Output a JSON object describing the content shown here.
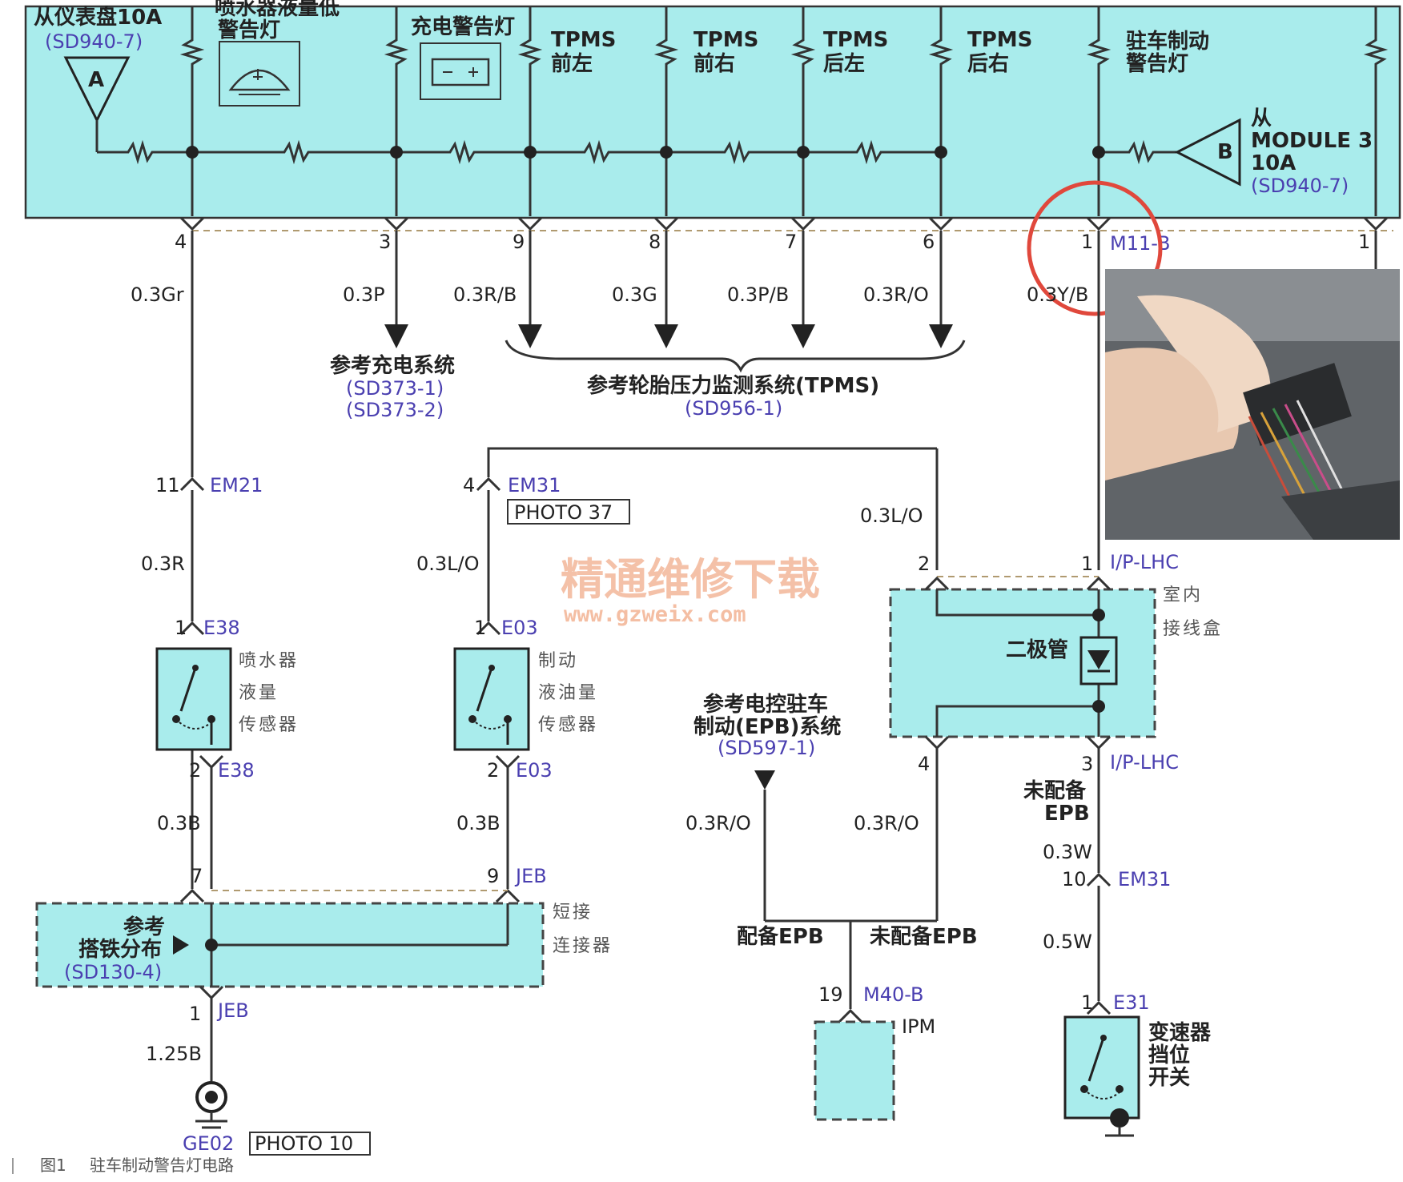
{
  "cluster": {
    "from_instrument": "从仪表盘10A",
    "from_instrument_ref": "(SD940-7)",
    "conn_a": "A",
    "washer_lamp_l1": "喷水器液量低",
    "washer_lamp_l2": "警告灯",
    "charge_lamp": "充电警告灯",
    "tpms_fl_1": "TPMS",
    "tpms_fl_2": "前左",
    "tpms_fr_1": "TPMS",
    "tpms_fr_2": "前右",
    "tpms_rl_1": "TPMS",
    "tpms_rl_2": "后左",
    "tpms_rr_1": "TPMS",
    "tpms_rr_2": "后右",
    "park_lamp_1": "驻车制动",
    "park_lamp_2": "警告灯",
    "module_from": "从",
    "module_name": "MODULE 3",
    "module_amp": "10A",
    "module_ref": "(SD940-7)",
    "conn_b": "B",
    "connector": "M11-B"
  },
  "pins": {
    "p4": "4",
    "p3": "3",
    "p9": "9",
    "p8": "8",
    "p7": "7",
    "p6": "6",
    "p1": "1",
    "p1b": "1"
  },
  "wires": {
    "w_gr": "0.3Gr",
    "w_p": "0.3P",
    "w_rb": "0.3R/B",
    "w_g": "0.3G",
    "w_pb": "0.3P/B",
    "w_ro": "0.3R/O",
    "w_yb": "0.3Y/B",
    "w_r": "0.3R",
    "w_lo1": "0.3L/O",
    "w_lo2": "0.3L/O",
    "w_b1": "0.3B",
    "w_b2": "0.3B",
    "w_125b": "1.25B",
    "w_ro2": "0.3R/O",
    "w_ro3": "0.3R/O",
    "w_w": "0.3W",
    "w_05w": "0.5W"
  },
  "refs": {
    "charge_title": "参考充电系统",
    "charge_ref1": "(SD373-1)",
    "charge_ref2": "(SD373-2)",
    "tpms_title": "参考轮胎压力监测系统(TPMS)",
    "tpms_ref": "(SD956-1)",
    "epb_title1": "参考电控驻车",
    "epb_title2": "制动(EPB)系统",
    "epb_ref": "(SD597-1)",
    "ground_title1": "参考",
    "ground_title2": "搭铁分布",
    "ground_ref": "(SD130-4)"
  },
  "connectors": {
    "em21_pin": "11",
    "em21": "EM21",
    "em31_pin": "4",
    "em31": "EM31",
    "photo37": "PHOTO 37",
    "e38_pin1": "1",
    "e38_top": "E38",
    "e38_pin2": "2",
    "e38_bot": "E38",
    "e03_pin1": "1",
    "e03_top": "E03",
    "e03_pin2": "2",
    "e03_bot": "E03",
    "jeb_pin7": "7",
    "jeb_pin9": "9",
    "jeb_top": "JEB",
    "jeb_pin1": "1",
    "jeb_bot": "JEB",
    "iplhc_pin1": "1",
    "iplhc_top": "I/P-LHC",
    "iplhc_pin2": "2",
    "iplhc_pin3": "3",
    "iplhc_bot": "I/P-LHC",
    "iplhc_pin4": "4",
    "em31b_pin": "10",
    "em31b": "EM31",
    "m40_pin": "19",
    "m40": "M40-B",
    "e31_pin": "1",
    "e31": "E31",
    "ground_label": "GE02",
    "photo_ground": "PHOTO 10"
  },
  "components": {
    "washer_sensor_1": "喷水器",
    "washer_sensor_2": "液量",
    "washer_sensor_3": "传感器",
    "brake_sensor_1": "制动",
    "brake_sensor_2": "液油量",
    "brake_sensor_3": "传感器",
    "junction_1": "短接",
    "junction_2": "连接器",
    "ij_box_1": "室内",
    "ij_box_2": "接线盒",
    "diode": "二极管",
    "no_epb_1": "未配备",
    "no_epb_2": "EPB",
    "with_epb": "配备EPB",
    "without_epb": "未配备EPB",
    "ipm": "IPM",
    "gear_switch_1": "变速器",
    "gear_switch_2": "挡位",
    "gear_switch_3": "开关"
  },
  "watermark": {
    "cn": "精通维修下载",
    "url": "www.gzweix.com"
  },
  "caption": {
    "num": "图1",
    "text": "驻车制动警告灯电路"
  }
}
